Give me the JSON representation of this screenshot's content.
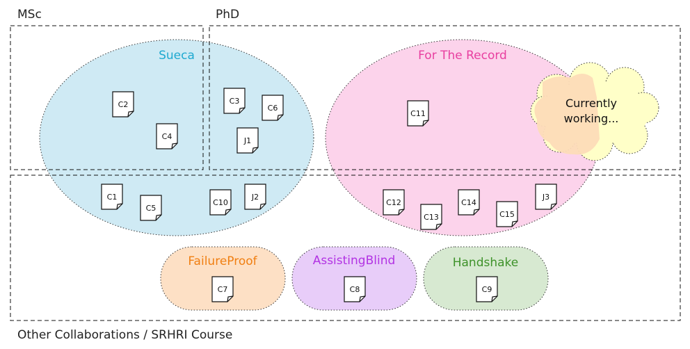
{
  "regions": {
    "msc": "MSc",
    "phd": "PhD",
    "other": "Other Collaborations / SRHRI Course"
  },
  "groups": {
    "sueca": {
      "label": "Sueca",
      "color": "#1fa9d0",
      "fill": "#cfeaf4"
    },
    "for_the_record": {
      "label": "For The Record",
      "color": "#e83fa0",
      "fill": "#fcd3eb"
    },
    "failure_proof": {
      "label": "FailureProof",
      "color": "#f07f12",
      "fill": "#fde0c5"
    },
    "assisting_blind": {
      "label": "AssistingBlind",
      "color": "#b233e3",
      "fill": "#e8cdf9"
    },
    "handshake": {
      "label": "Handshake",
      "color": "#3e922a",
      "fill": "#d7e9d1"
    }
  },
  "cloud": {
    "line1": "Currently",
    "line2": "working..."
  },
  "documents": {
    "c1": "C1",
    "c2": "C2",
    "c3": "C3",
    "c4": "C4",
    "c5": "C5",
    "c6": "C6",
    "c7": "C7",
    "c8": "C8",
    "c9": "C9",
    "c10": "C10",
    "c11": "C11",
    "c12": "C12",
    "c13": "C13",
    "c14": "C14",
    "c15": "C15",
    "j1": "J1",
    "j2": "J2",
    "j3": "J3"
  }
}
